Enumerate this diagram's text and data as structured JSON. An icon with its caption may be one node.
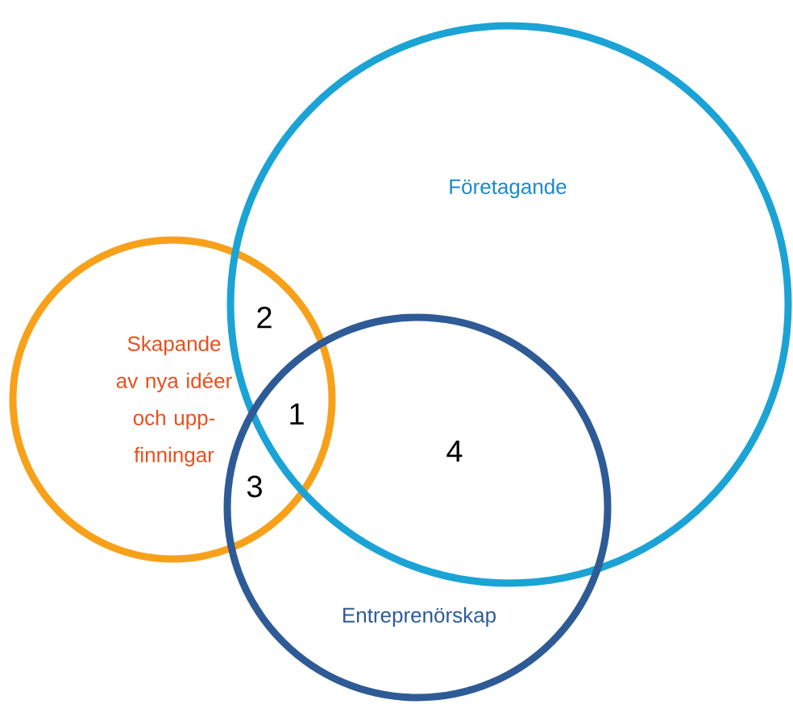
{
  "diagram": {
    "nodes": [
      {
        "text": [
          "Skapande av nya idéer och upp-finningar"
        ]
      },
      {
        "text": [
          "Företagande"
        ]
      },
      {
        "text": [
          "Entreprenörskap"
        ]
      }
    ],
    "labels": [
      "2",
      "1",
      "3",
      "4"
    ]
  }
}
